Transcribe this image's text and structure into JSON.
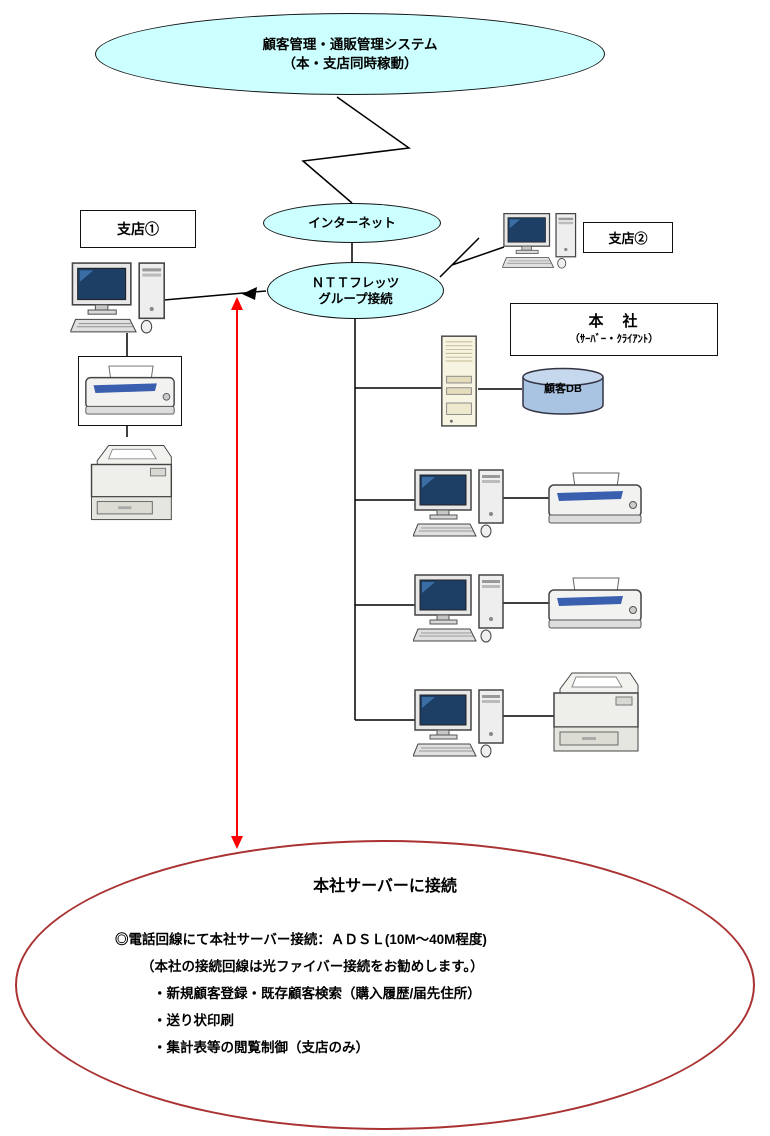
{
  "colors": {
    "cloud_fill": "#ccffff",
    "db_fill": "#a9c3e2",
    "db_fill_top": "#c6d8ee",
    "red_arrow": "#ff0000",
    "note_border": "#aa3232",
    "line_color": "#000000"
  },
  "system_cloud": {
    "line1": "顧客管理・通販管理システム",
    "line2": "（本・支店同時稼動）"
  },
  "internet_cloud": {
    "label": "インターネット"
  },
  "ntt_cloud": {
    "line1": "ＮＴＴフレッツ",
    "line2": "グループ接続"
  },
  "branch1": {
    "label": "支店①"
  },
  "branch2": {
    "label": "支店②"
  },
  "headquarters": {
    "title": "本　社",
    "subtitle": "（ｻｰﾊﾞｰ・ｸﾗｲｱﾝﾄ）"
  },
  "database": {
    "label": "顧客DB"
  },
  "note": {
    "title": "本社サーバーに接続",
    "lines": [
      "◎電話回線にて本社サーバー接続：ＡＤＳＬ(10M～40M程度)",
      "（本社の接続回線は光ファイバー接続をお勧めします。）",
      "・新規顧客登録・既存顧客検索（購入履歴/届先住所）",
      "・送り状印刷",
      "・集計表等の閲覧制御（支店のみ）"
    ]
  },
  "icons": {
    "desktop_computer": "desktop-computer-icon",
    "dot_matrix_printer": "dot-matrix-printer-icon",
    "laser_printer": "laser-printer-icon",
    "server_tower": "server-tower-icon",
    "database_cylinder": "database-cylinder-icon"
  }
}
